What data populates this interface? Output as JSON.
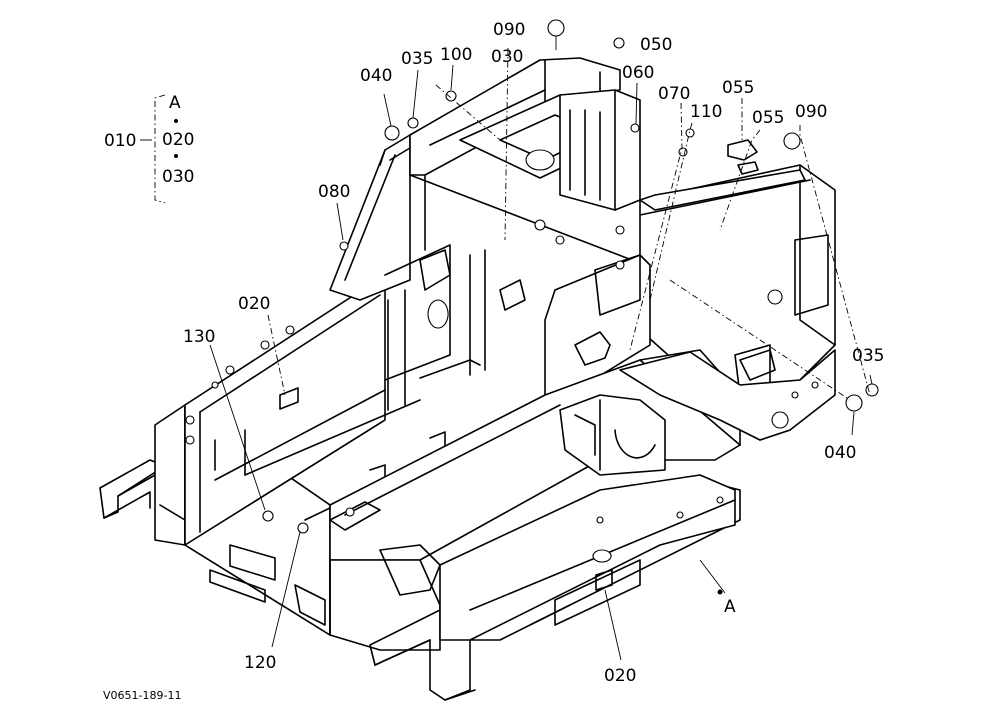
{
  "drawing_code": "V0651-189-11",
  "assembly": {
    "main": "010",
    "members": [
      "A",
      "020",
      "030"
    ]
  },
  "callouts": {
    "c090_top": "090",
    "c050": "050",
    "c030_top": "030",
    "c035_top": "035",
    "c100": "100",
    "c040_top": "040",
    "c060": "060",
    "c070": "070",
    "c110": "110",
    "c055_a": "055",
    "c055_b": "055",
    "c090_right": "090",
    "c080": "080",
    "c020_left": "020",
    "c130": "130",
    "c035_right": "035",
    "c040_right": "040",
    "c120": "120",
    "c020_bottom": "020",
    "cA": "A"
  }
}
